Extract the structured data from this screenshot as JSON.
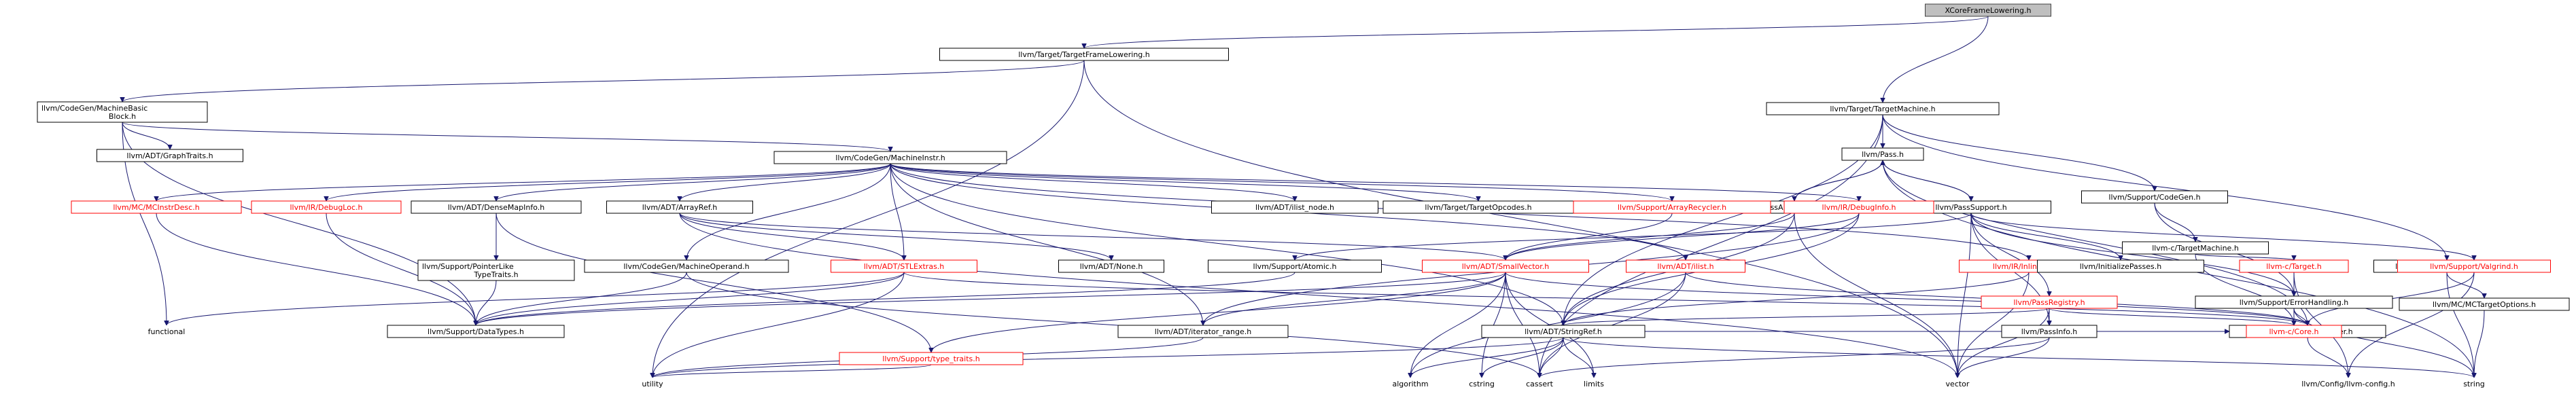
{
  "graph": {
    "root_label": "XCoreFrameLowering.h",
    "nodes": [
      {
        "id": "root",
        "lines": [
          "XCoreFrameLowering.h"
        ],
        "style": "root"
      },
      {
        "id": "tfl",
        "lines": [
          "llvm/Target/TargetFrameLowering.h"
        ],
        "style": "normal"
      },
      {
        "id": "tm",
        "lines": [
          "llvm/Target/TargetMachine.h"
        ],
        "style": "normal"
      },
      {
        "id": "mbb",
        "lines": [
          "llvm/CodeGen/MachineBasic",
          "Block.h"
        ],
        "style": "normal"
      },
      {
        "id": "gt",
        "lines": [
          "llvm/ADT/GraphTraits.h"
        ],
        "style": "normal"
      },
      {
        "id": "mi",
        "lines": [
          "llvm/CodeGen/MachineInstr.h"
        ],
        "style": "normal"
      },
      {
        "id": "pass",
        "lines": [
          "llvm/Pass.h"
        ],
        "style": "normal"
      },
      {
        "id": "cg",
        "lines": [
          "llvm/Support/CodeGen.h"
        ],
        "style": "normal"
      },
      {
        "id": "to",
        "lines": [
          "llvm/Target/TargetOptions.h"
        ],
        "style": "normal"
      },
      {
        "id": "pas",
        "lines": [
          "llvm/PassAnalysisSupport.h"
        ],
        "style": "normal"
      },
      {
        "id": "ps",
        "lines": [
          "llvm/PassSupport.h"
        ],
        "style": "normal"
      },
      {
        "id": "ctm",
        "lines": [
          "llvm-c/TargetMachine.h"
        ],
        "style": "normal"
      },
      {
        "id": "mcid",
        "lines": [
          "llvm/MC/MCInstrDesc.h"
        ],
        "style": "red"
      },
      {
        "id": "dl",
        "lines": [
          "llvm/IR/DebugLoc.h"
        ],
        "style": "red"
      },
      {
        "id": "dmi",
        "lines": [
          "llvm/ADT/DenseMapInfo.h"
        ],
        "style": "normal"
      },
      {
        "id": "ar",
        "lines": [
          "llvm/ADT/ArrayRef.h"
        ],
        "style": "normal"
      },
      {
        "id": "iln",
        "lines": [
          "llvm/ADT/ilist_node.h"
        ],
        "style": "normal"
      },
      {
        "id": "top",
        "lines": [
          "llvm/Target/TargetOpcodes.h"
        ],
        "style": "normal"
      },
      {
        "id": "arc",
        "lines": [
          "llvm/Support/ArrayRecycler.h"
        ],
        "style": "red"
      },
      {
        "id": "dbi",
        "lines": [
          "llvm/IR/DebugInfo.h"
        ],
        "style": "red"
      },
      {
        "id": "ia",
        "lines": [
          "llvm/IR/InlineAsm.h"
        ],
        "style": "red"
      },
      {
        "id": "mco",
        "lines": [
          "llvm/MC/MCTargetOptions.h"
        ],
        "style": "normal"
      },
      {
        "id": "ct",
        "lines": [
          "llvm-c/Target.h"
        ],
        "style": "red"
      },
      {
        "id": "plt",
        "lines": [
          "llvm/Support/PointerLike",
          "TypeTraits.h"
        ],
        "style": "normal"
      },
      {
        "id": "cmo",
        "lines": [
          "llvm/CodeGen/MachineOperand.h"
        ],
        "style": "normal"
      },
      {
        "id": "stl",
        "lines": [
          "llvm/ADT/STLExtras.h"
        ],
        "style": "red"
      },
      {
        "id": "none",
        "lines": [
          "llvm/ADT/None.h"
        ],
        "style": "normal"
      },
      {
        "id": "atom",
        "lines": [
          "llvm/Support/Atomic.h"
        ],
        "style": "normal"
      },
      {
        "id": "sv",
        "lines": [
          "llvm/ADT/SmallVector.h"
        ],
        "style": "red"
      },
      {
        "id": "il",
        "lines": [
          "llvm/ADT/ilist.h"
        ],
        "style": "red"
      },
      {
        "id": "preg",
        "lines": [
          "llvm/PassRegistry.h"
        ],
        "style": "red"
      },
      {
        "id": "eh",
        "lines": [
          "llvm/Support/ErrorHandling.h"
        ],
        "style": "normal"
      },
      {
        "id": "ip",
        "lines": [
          "llvm/InitializePasses.h"
        ],
        "style": "normal"
      },
      {
        "id": "vg",
        "lines": [
          "llvm/Support/Valgrind.h"
        ],
        "style": "red"
      },
      {
        "id": "func",
        "lines": [
          "functional"
        ],
        "style": "noborder"
      },
      {
        "id": "dt",
        "lines": [
          "llvm/Support/DataTypes.h"
        ],
        "style": "normal"
      },
      {
        "id": "tt",
        "lines": [
          "llvm/Support/type_traits.h"
        ],
        "style": "red"
      },
      {
        "id": "ir",
        "lines": [
          "llvm/ADT/iterator_range.h"
        ],
        "style": "normal"
      },
      {
        "id": "sr",
        "lines": [
          "llvm/ADT/StringRef.h"
        ],
        "style": "normal"
      },
      {
        "id": "pn",
        "lines": [
          "llvm/PassInfo.h"
        ],
        "style": "normal"
      },
      {
        "id": "comp",
        "lines": [
          "llvm/Support/Compiler.h"
        ],
        "style": "normal"
      },
      {
        "id": "ccore",
        "lines": [
          "llvm-c/Core.h"
        ],
        "style": "red"
      },
      {
        "id": "util",
        "lines": [
          "utility"
        ],
        "style": "noborder"
      },
      {
        "id": "algo",
        "lines": [
          "algorithm"
        ],
        "style": "noborder"
      },
      {
        "id": "cstr",
        "lines": [
          "cstring"
        ],
        "style": "noborder"
      },
      {
        "id": "cass",
        "lines": [
          "cassert"
        ],
        "style": "noborder"
      },
      {
        "id": "lim",
        "lines": [
          "limits"
        ],
        "style": "noborder"
      },
      {
        "id": "vec",
        "lines": [
          "vector"
        ],
        "style": "noborder"
      },
      {
        "id": "cfg",
        "lines": [
          "llvm/Config/llvm-config.h"
        ],
        "style": "noborder"
      },
      {
        "id": "str",
        "lines": [
          "string"
        ],
        "style": "noborder"
      }
    ],
    "edges": [
      [
        "root",
        "tfl"
      ],
      [
        "root",
        "tm"
      ],
      [
        "tfl",
        "mbb"
      ],
      [
        "tfl",
        "util"
      ],
      [
        "tfl",
        "vec"
      ],
      [
        "mbb",
        "gt"
      ],
      [
        "mbb",
        "mi"
      ],
      [
        "mbb",
        "dt"
      ],
      [
        "mbb",
        "func"
      ],
      [
        "tm",
        "pass"
      ],
      [
        "tm",
        "cg"
      ],
      [
        "tm",
        "to"
      ],
      [
        "tm",
        "sr"
      ],
      [
        "tm",
        "cass"
      ],
      [
        "mi",
        "mcid"
      ],
      [
        "mi",
        "dl"
      ],
      [
        "mi",
        "dmi"
      ],
      [
        "mi",
        "ar"
      ],
      [
        "mi",
        "iln"
      ],
      [
        "mi",
        "top"
      ],
      [
        "mi",
        "arc"
      ],
      [
        "mi",
        "dbi"
      ],
      [
        "mi",
        "ia"
      ],
      [
        "mi",
        "cmo"
      ],
      [
        "mi",
        "stl"
      ],
      [
        "mi",
        "il"
      ],
      [
        "mi",
        "sr"
      ],
      [
        "mi",
        "ir"
      ],
      [
        "pass",
        "pas"
      ],
      [
        "pass",
        "ps"
      ],
      [
        "pass",
        "comp"
      ],
      [
        "pass",
        "str"
      ],
      [
        "pas",
        "pass"
      ],
      [
        "pas",
        "sv"
      ],
      [
        "pas",
        "vec"
      ],
      [
        "pas",
        "sr"
      ],
      [
        "ps",
        "pass"
      ],
      [
        "ps",
        "preg"
      ],
      [
        "ps",
        "eh"
      ],
      [
        "ps",
        "ip"
      ],
      [
        "ps",
        "vg"
      ],
      [
        "ps",
        "atom"
      ],
      [
        "ps",
        "pn"
      ],
      [
        "ps",
        "vec"
      ],
      [
        "cg",
        "ctm"
      ],
      [
        "cg",
        "eh"
      ],
      [
        "ctm",
        "ct"
      ],
      [
        "ctm",
        "ccore"
      ],
      [
        "ct",
        "ccore"
      ],
      [
        "ct",
        "cfg"
      ],
      [
        "to",
        "mco"
      ],
      [
        "to",
        "str"
      ],
      [
        "mco",
        "str"
      ],
      [
        "mcid",
        "dt"
      ],
      [
        "dl",
        "dt"
      ],
      [
        "dmi",
        "plt"
      ],
      [
        "dmi",
        "tt"
      ],
      [
        "plt",
        "dt"
      ],
      [
        "ar",
        "none"
      ],
      [
        "ar",
        "sv"
      ],
      [
        "ar",
        "stl"
      ],
      [
        "ar",
        "vec"
      ],
      [
        "arc",
        "sv"
      ],
      [
        "dbi",
        "sv"
      ],
      [
        "dbi",
        "sr"
      ],
      [
        "dbi",
        "ir"
      ],
      [
        "ia",
        "sr"
      ],
      [
        "ia",
        "vec"
      ],
      [
        "cmo",
        "dt"
      ],
      [
        "cmo",
        "cass"
      ],
      [
        "stl",
        "comp"
      ],
      [
        "stl",
        "util"
      ],
      [
        "stl",
        "func"
      ],
      [
        "stl",
        "dt"
      ],
      [
        "atom",
        "dt"
      ],
      [
        "sv",
        "tt"
      ],
      [
        "sv",
        "comp"
      ],
      [
        "sv",
        "ir"
      ],
      [
        "sv",
        "algo"
      ],
      [
        "sv",
        "cass"
      ],
      [
        "sv",
        "cstr"
      ],
      [
        "sv",
        "lim"
      ],
      [
        "sv",
        "dt"
      ],
      [
        "il",
        "algo"
      ],
      [
        "il",
        "cass"
      ],
      [
        "il",
        "comp"
      ],
      [
        "preg",
        "sr"
      ],
      [
        "preg",
        "pn"
      ],
      [
        "preg",
        "ccore"
      ],
      [
        "preg",
        "vec"
      ],
      [
        "eh",
        "comp"
      ],
      [
        "eh",
        "str"
      ],
      [
        "vg",
        "comp"
      ],
      [
        "vg",
        "cfg"
      ],
      [
        "tt",
        "util"
      ],
      [
        "ir",
        "util"
      ],
      [
        "sr",
        "algo"
      ],
      [
        "sr",
        "cass"
      ],
      [
        "sr",
        "cstr"
      ],
      [
        "sr",
        "lim"
      ],
      [
        "sr",
        "str"
      ],
      [
        "sr",
        "util"
      ],
      [
        "sr",
        "comp"
      ],
      [
        "pn",
        "cass"
      ],
      [
        "pn",
        "vec"
      ],
      [
        "comp",
        "cfg"
      ]
    ]
  }
}
